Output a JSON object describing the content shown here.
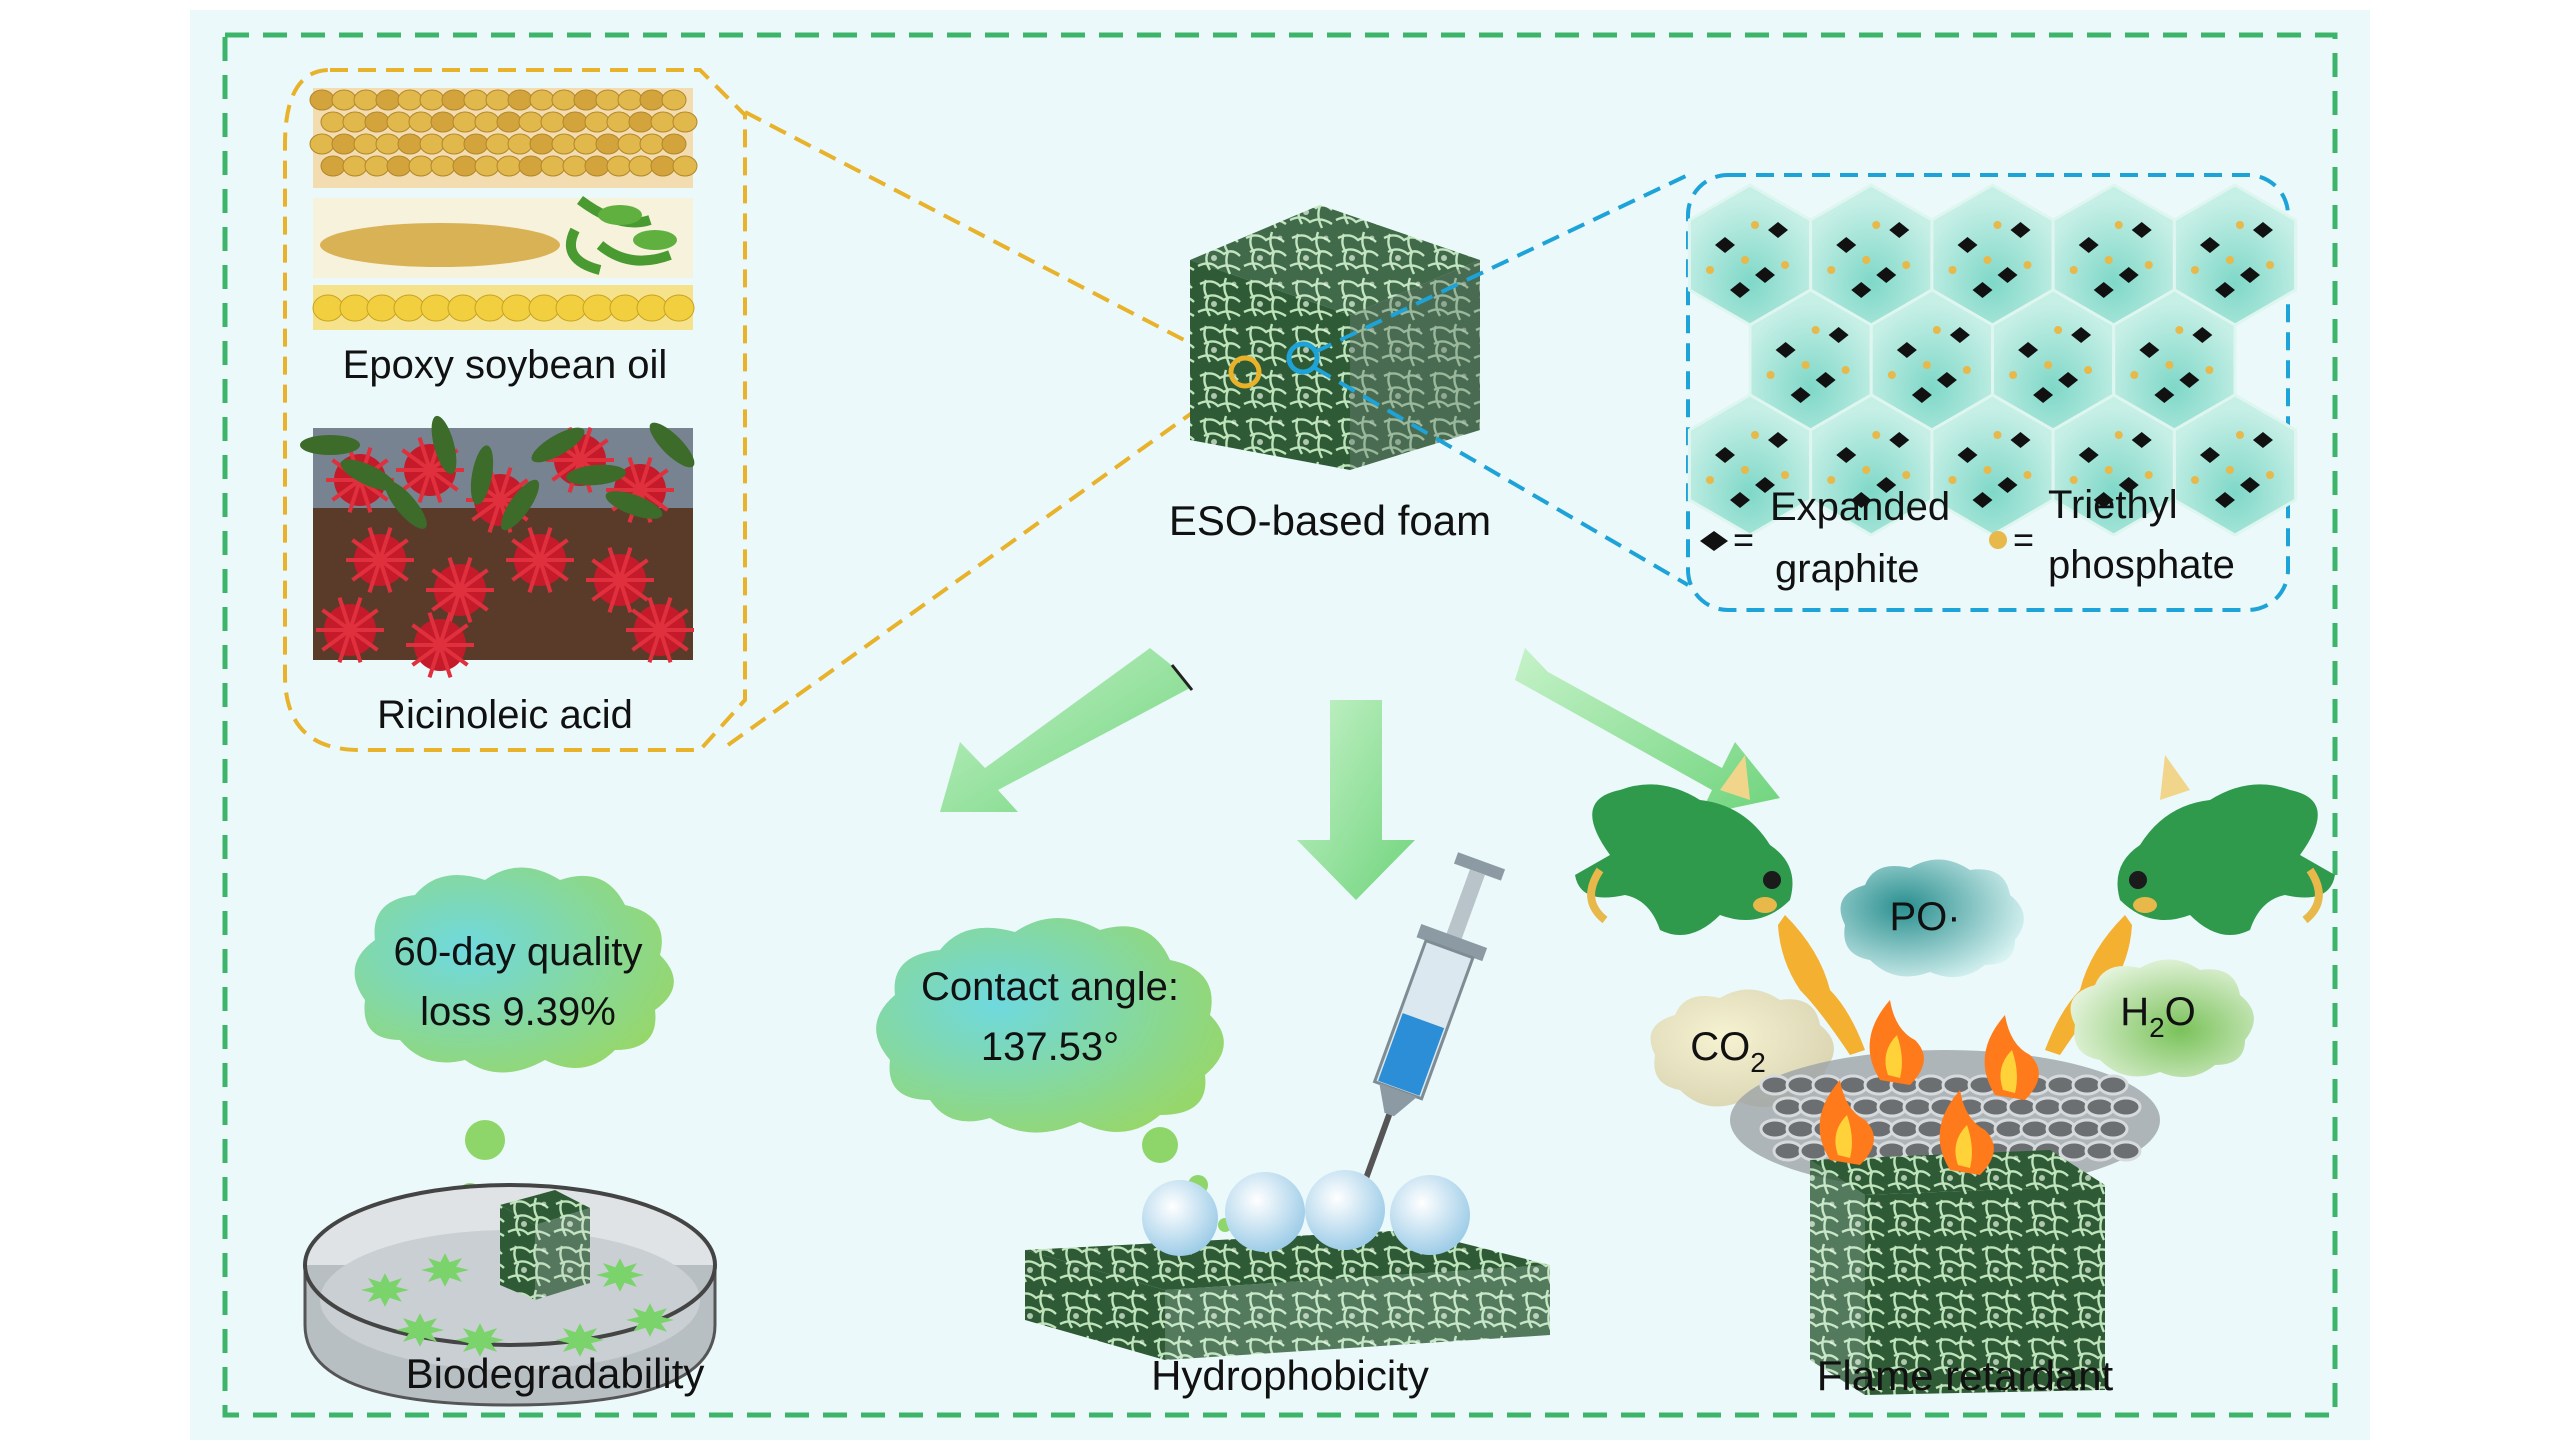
{
  "labels": {
    "soybean": "Epoxy soybean oil",
    "ricinoleic": "Ricinoleic acid",
    "foam": "ESO-based foam",
    "legend_eg_line1": "Expanded",
    "legend_eg_line2": "graphite",
    "legend_tep_line1": "Triethyl",
    "legend_tep_line2": "phosphate",
    "equals": "=",
    "quality_line1": "60-day quality",
    "quality_line2": "loss 9.39%",
    "contact_line1": "Contact angle:",
    "contact_line2": "137.53°",
    "po": "PO·",
    "co2_main": "CO",
    "co2_sub": "2",
    "h2o_h": "H",
    "h2o_sub": "2",
    "h2o_o": "O",
    "biodeg": "Biodegradability",
    "hydro": "Hydrophobicity",
    "flame": "Flame retardant"
  },
  "colors": {
    "background": "#ebf9fa",
    "outer_border": "#3cb56a",
    "yellow_border": "#e8b22a",
    "blue_border": "#1ea3d8",
    "arrow_green": "#8fe39a",
    "foam_dark": "#2e5a36",
    "foam_light": "#b7dcb4",
    "dragon": "#2f9a4c"
  },
  "icons": {
    "ep_graphite": "black-diamond-icon",
    "tep": "yellow-dot-icon",
    "fire": "flame-icon",
    "syringe": "syringe-icon",
    "dish": "petri-dish-icon",
    "dragon": "dragon-icon"
  }
}
